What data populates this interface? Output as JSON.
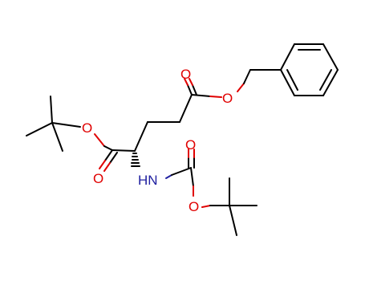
{
  "colors": {
    "carbon_bond": "#000000",
    "oxygen": "#e00000",
    "nitrogen": "#2020a0",
    "background": "#ffffff"
  },
  "atoms": {
    "o_ester_benzyl_carbonyl": "O",
    "o_ester_benzyl_link": "O",
    "o_tbu_ester_link": "O",
    "o_tbu_ester_carbonyl": "O",
    "n_amide": "HN",
    "o_boc_carbonyl": "O",
    "o_boc_link": "O"
  }
}
